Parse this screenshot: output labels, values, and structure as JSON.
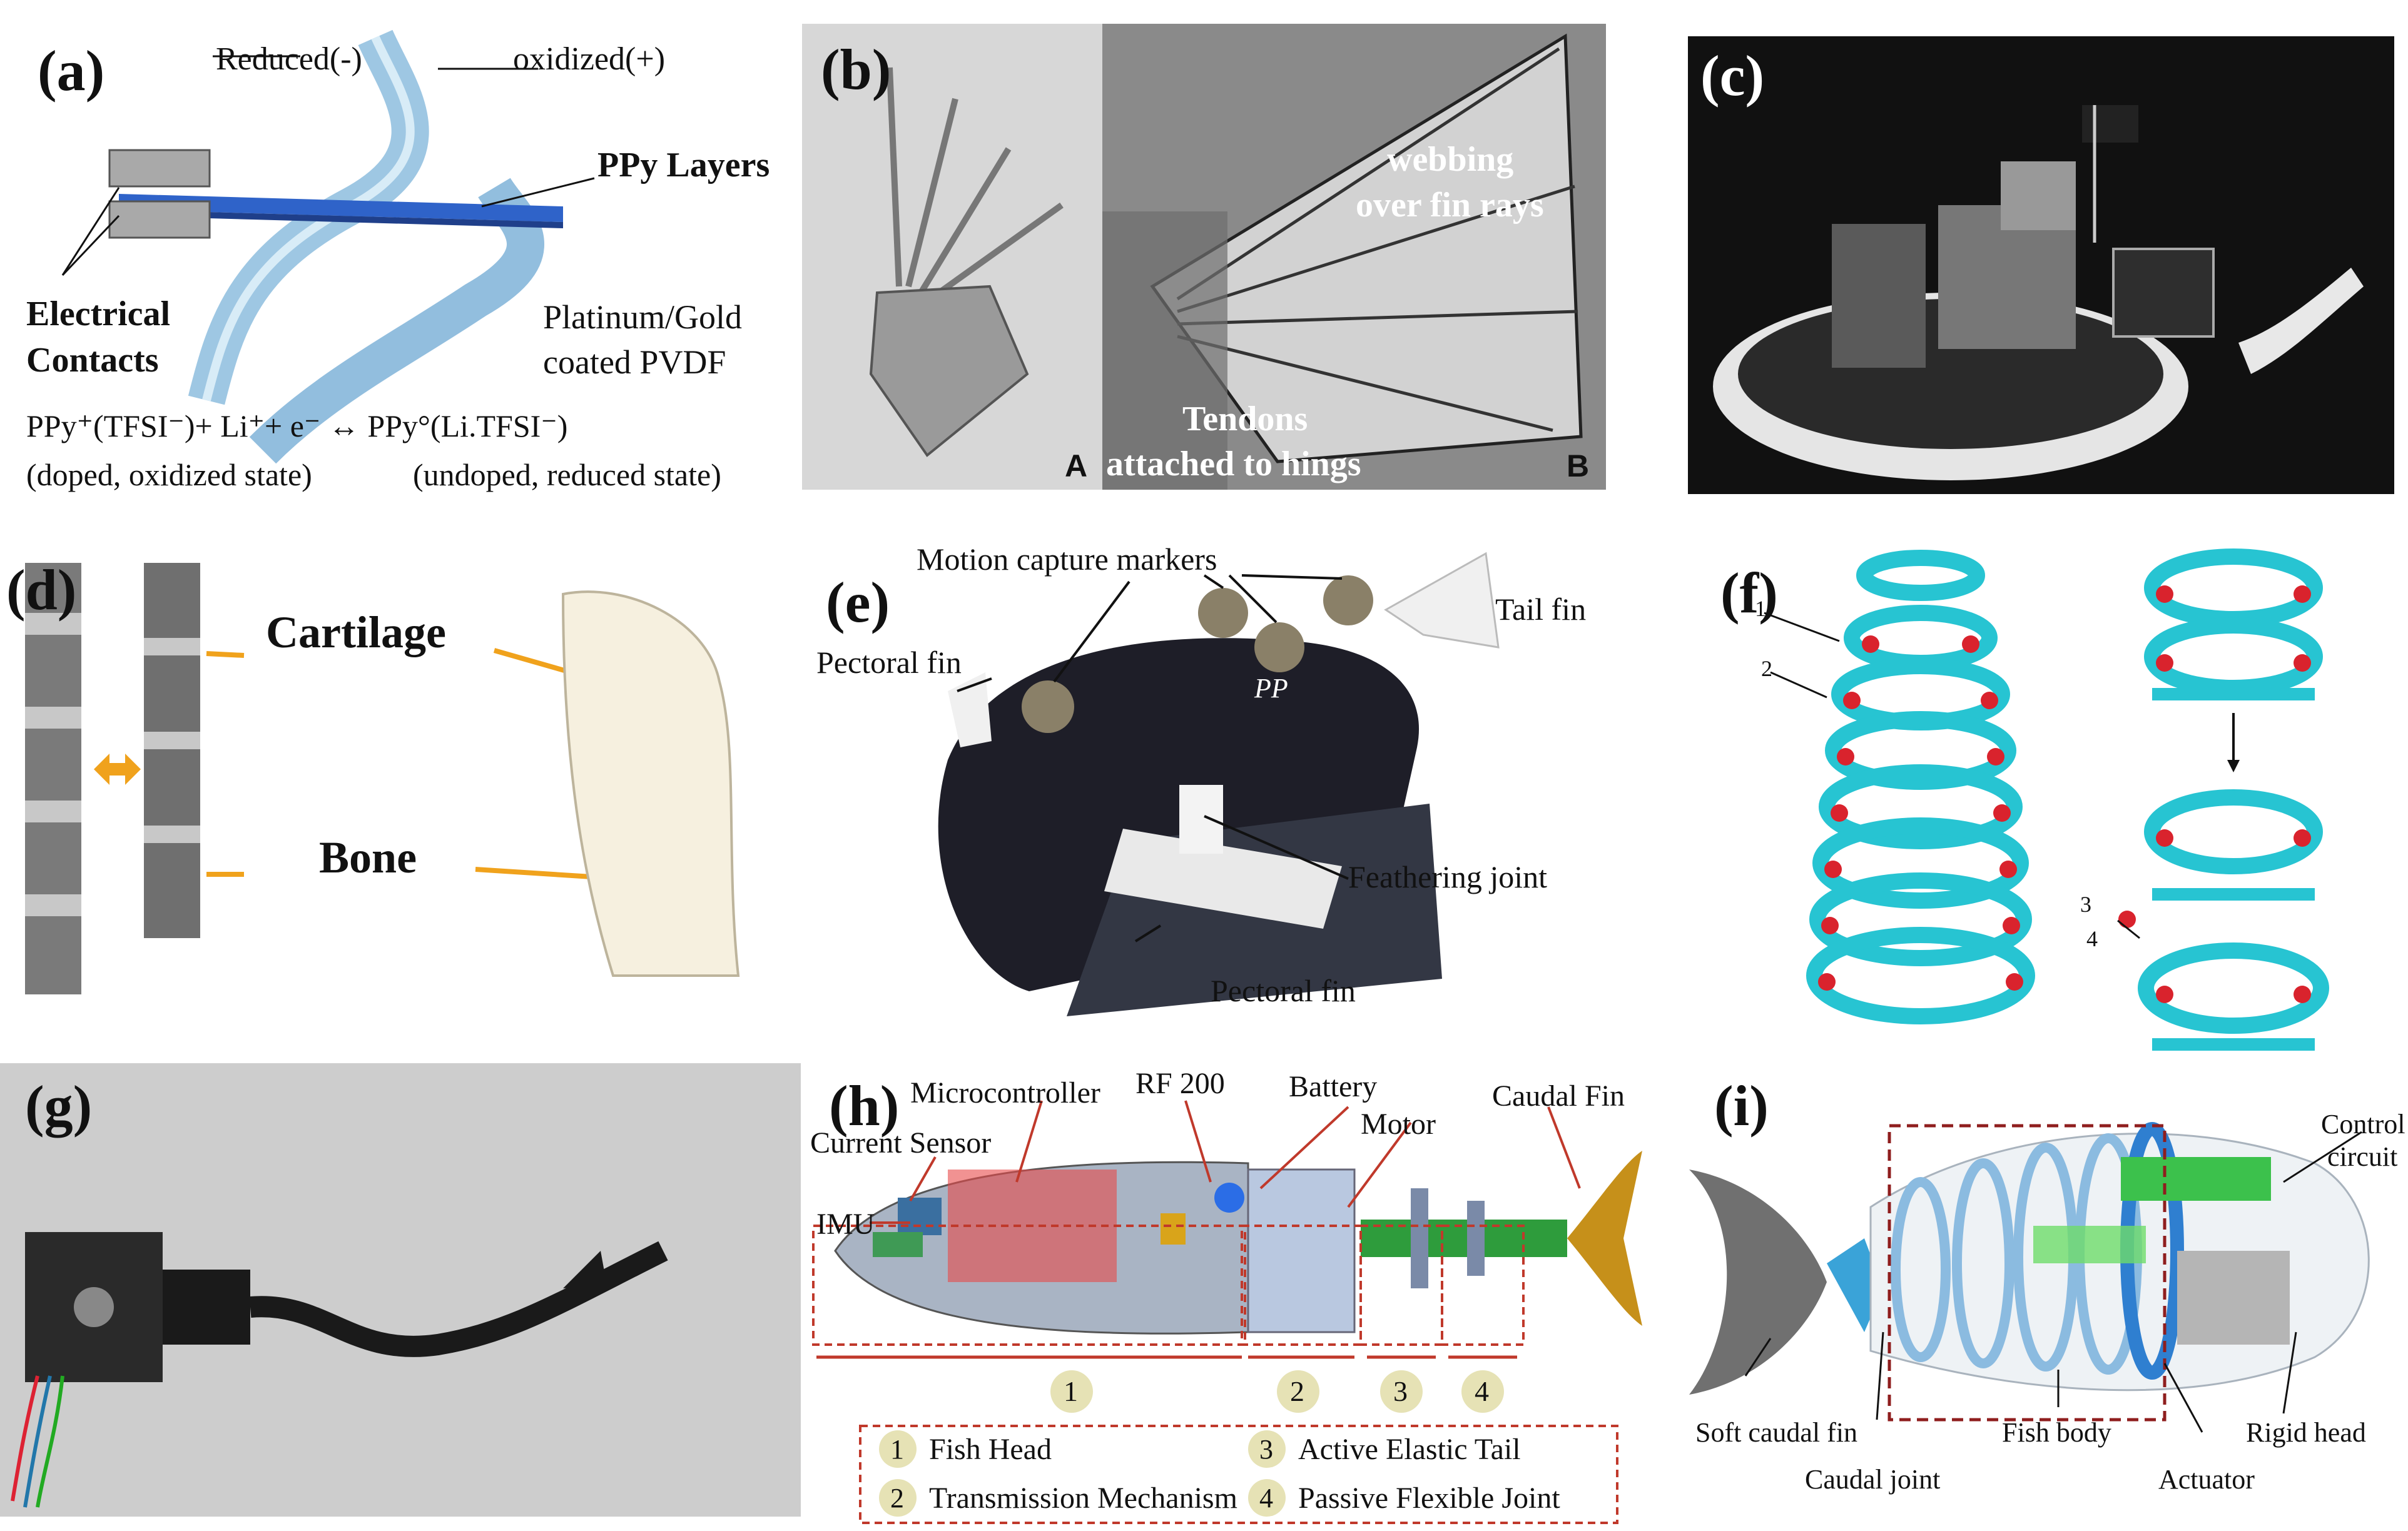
{
  "panels": {
    "a": {
      "tag": "(a)",
      "reduced": "Reduced(-)",
      "oxidized": "oxidized(+)",
      "ppy_layers": "PPy Layers",
      "electrical_contacts_1": "Electrical",
      "electrical_contacts_2": "Contacts",
      "substrate_1": "Platinum/Gold",
      "substrate_2": "coated PVDF",
      "equation": "PPy⁺(TFSI⁻)+ Li⁺+ e⁻ ↔ PPy°(Li.TFSI⁻)",
      "state_doped": "(doped, oxidized state)",
      "state_undoped": "(undoped, reduced state)"
    },
    "b": {
      "tag": "(b)",
      "webbing_1": "webbing",
      "webbing_2": "over fin rays",
      "tendons_1": "Tendons",
      "tendons_2": "attached to hings",
      "sub_a": "A",
      "sub_b": "B"
    },
    "c": {
      "tag": "(c)"
    },
    "d": {
      "tag": "(d)",
      "cartilage": "Cartilage",
      "bone": "Bone"
    },
    "e": {
      "tag": "(e)",
      "motion_markers": "Motion capture markers",
      "tail_fin": "Tail fin",
      "pectoral_fin_top": "Pectoral fin",
      "pp": "PP",
      "feathering_joint": "Feathering joint",
      "pectoral_fin_bottom": "Pectoral fin"
    },
    "f": {
      "tag": "(f)",
      "n1": "1",
      "n2": "2",
      "n3": "3",
      "n4": "4"
    },
    "g": {
      "tag": "(g)"
    },
    "h": {
      "tag": "(h)",
      "microcontroller": "Microcontroller",
      "rf": "RF 200",
      "battery": "Battery",
      "current_sensor": "Current Sensor",
      "motor": "Motor",
      "caudal_fin": "Caudal Fin",
      "imu": "IMU",
      "seg1": "1",
      "seg2": "2",
      "seg3": "3",
      "seg4": "4",
      "legend": [
        {
          "num": "1",
          "text": "Fish Head"
        },
        {
          "num": "3",
          "text": "Active Elastic Tail"
        },
        {
          "num": "2",
          "text": "Transmission Mechanism"
        },
        {
          "num": "4",
          "text": "Passive Flexible Joint"
        }
      ]
    },
    "i": {
      "tag": "(i)",
      "control_1": "Control",
      "control_2": "circuit",
      "soft_caudal_fin": "Soft caudal fin",
      "fish_body": "Fish body",
      "rigid_head": "Rigid head",
      "caudal_joint": "Caudal joint",
      "actuator": "Actuator"
    }
  },
  "colors": {
    "ppy_blue": "#2f63c9",
    "film_blue": "#7fb3d8",
    "cyan_part": "#27c4d2",
    "red_node": "#d9232d",
    "orange_arrow": "#f0a21c",
    "dashed_red": "#c0392b",
    "legend_circle": "#e6e2b5",
    "caudal_gold": "#c6901a"
  }
}
